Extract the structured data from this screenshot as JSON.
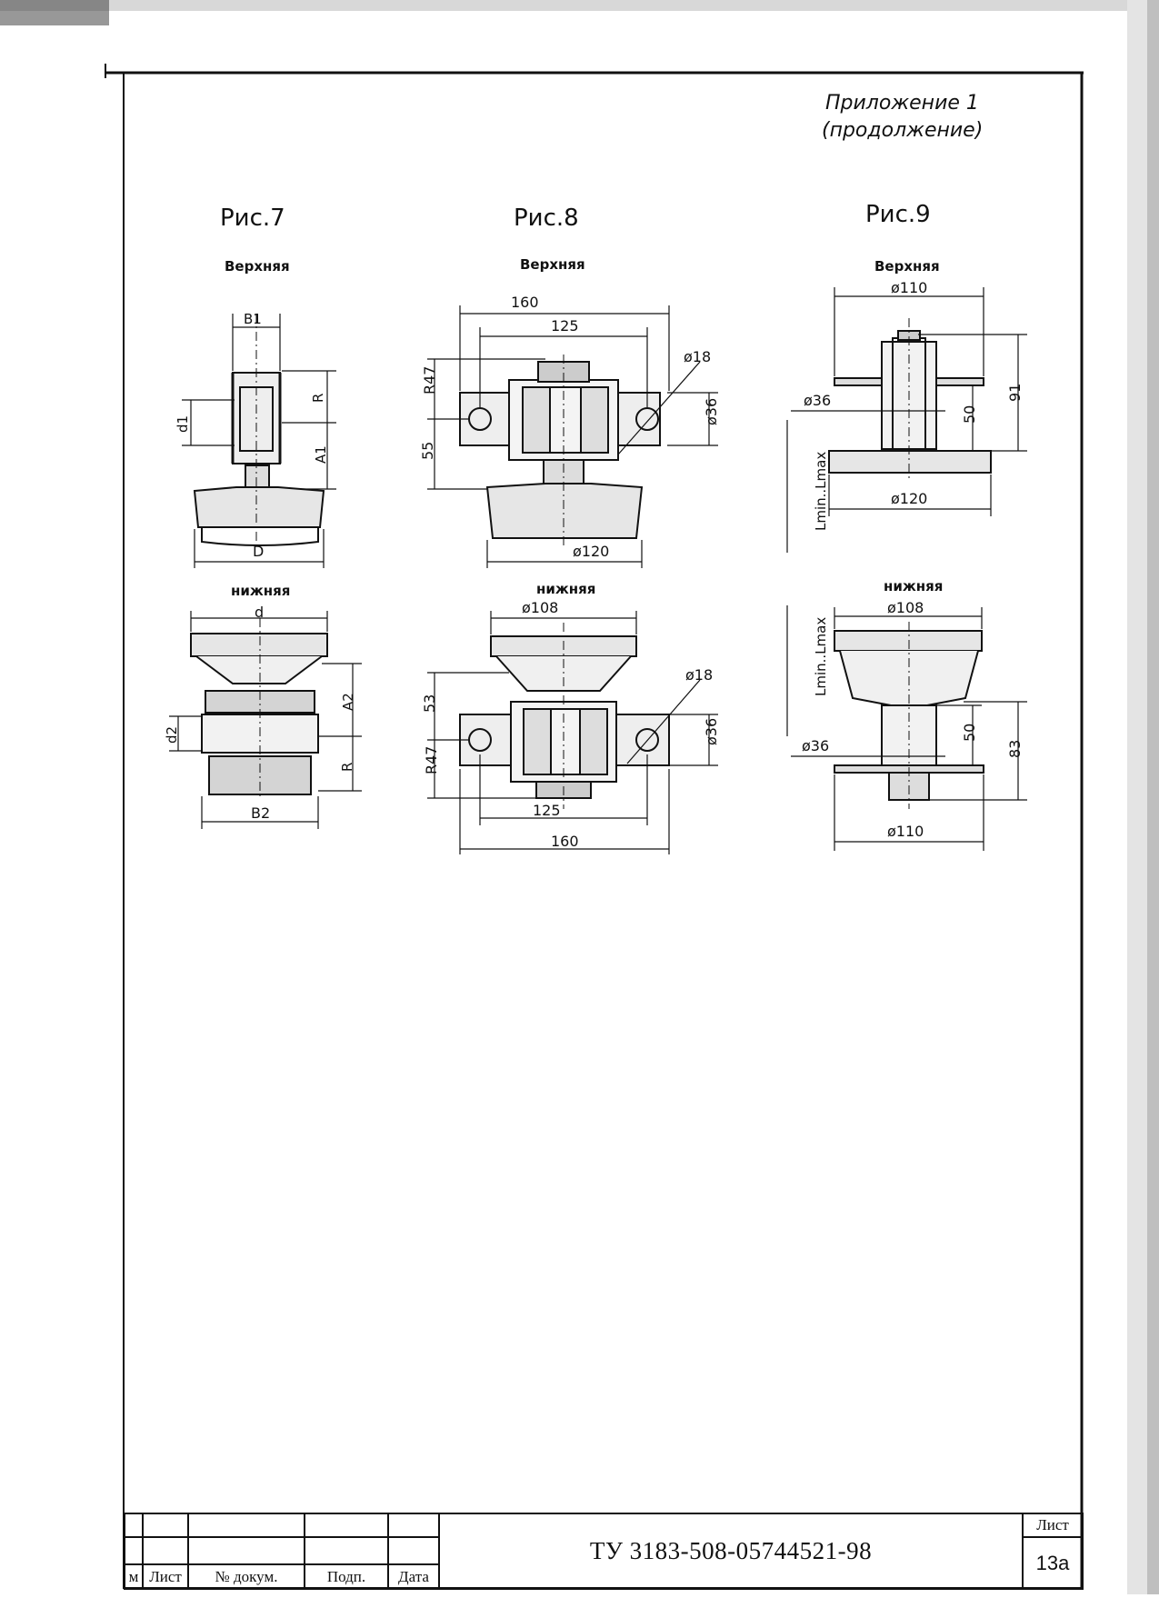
{
  "appendix": {
    "line1": "Приложение 1",
    "line2": "(продолжение)"
  },
  "figures": [
    {
      "title": "Рис.7",
      "upper_label": "Верхняя",
      "lower_label": "нижняя",
      "dims_upper": [
        "B1",
        "R",
        "d1",
        "A1",
        "D"
      ],
      "dims_lower": [
        "d",
        "A2",
        "d2",
        "R",
        "B2"
      ]
    },
    {
      "title": "Рис.8",
      "upper_label": "Верхняя",
      "lower_label": "нижняя",
      "dims_upper": [
        "160",
        "125",
        "R47",
        "55",
        "ø18",
        "ø36",
        "ø120"
      ],
      "dims_lower": [
        "ø108",
        "ø18",
        "53",
        "R47",
        "ø36",
        "125",
        "160"
      ]
    },
    {
      "title": "Рис.9",
      "upper_label": "Верхняя",
      "lower_label": "нижняя",
      "dims_upper": [
        "ø110",
        "ø36",
        "50",
        "91",
        "Lmin..Lmax",
        "ø120"
      ],
      "dims_lower": [
        "ø108",
        "Lmin..Lmax",
        "ø36",
        "50",
        "83",
        "ø110"
      ]
    }
  ],
  "title_block": {
    "doc_number": "ТУ 3183-508-05744521-98",
    "sheet_label": "Лист",
    "sheet_number": "13а",
    "col_izm": "м",
    "col_list": "Лист",
    "col_doc": "№ докум.",
    "col_sign": "Подп.",
    "col_date": "Дата"
  }
}
